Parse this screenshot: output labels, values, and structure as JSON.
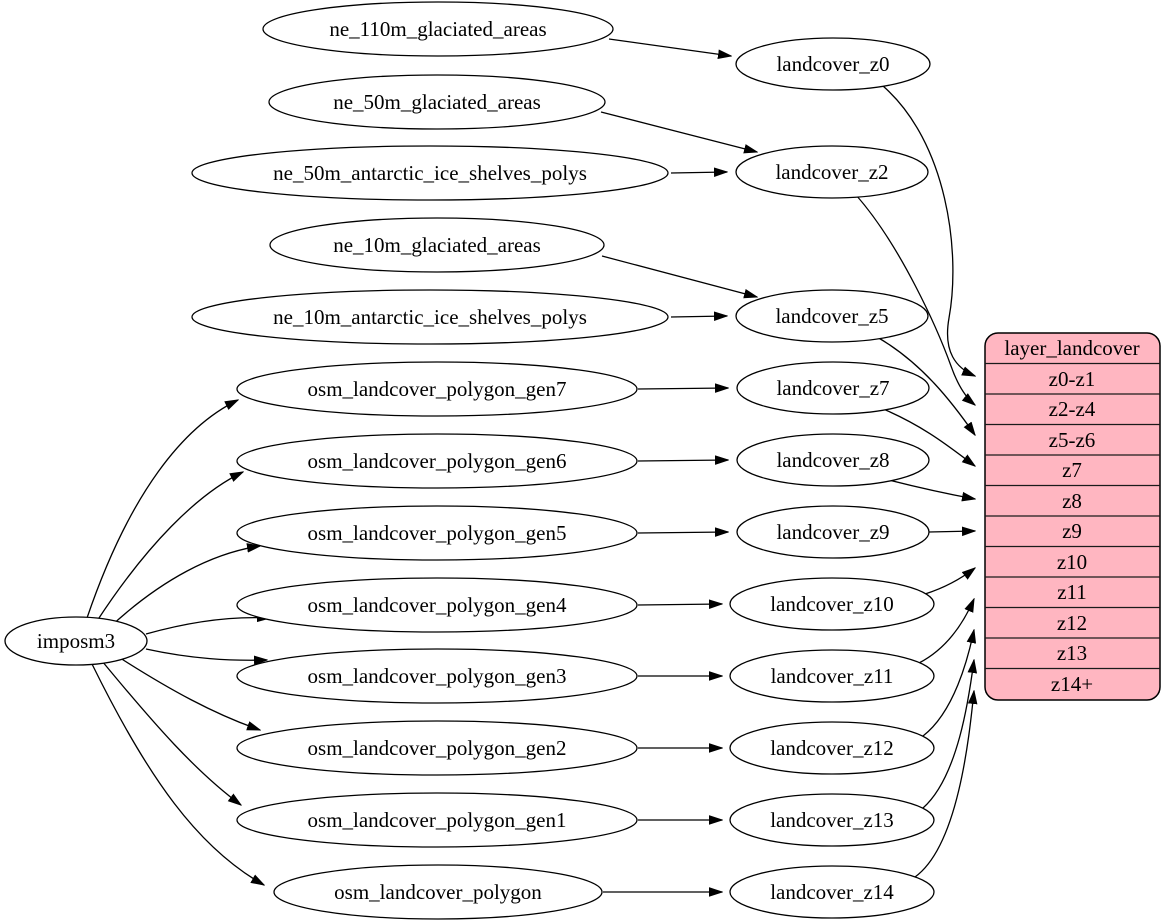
{
  "diagram": {
    "kind": "etl-dependency-graph",
    "background": "#ffffff",
    "nodes": {
      "imposm3": {
        "label": "imposm3"
      },
      "ne_110m_glaciated_areas": {
        "label": "ne_110m_glaciated_areas"
      },
      "ne_50m_glaciated_areas": {
        "label": "ne_50m_glaciated_areas"
      },
      "ne_50m_antarctic_ice_shelves_polys": {
        "label": "ne_50m_antarctic_ice_shelves_polys"
      },
      "ne_10m_glaciated_areas": {
        "label": "ne_10m_glaciated_areas"
      },
      "ne_10m_antarctic_ice_shelves_polys": {
        "label": "ne_10m_antarctic_ice_shelves_polys"
      },
      "osm_landcover_polygon_gen7": {
        "label": "osm_landcover_polygon_gen7"
      },
      "osm_landcover_polygon_gen6": {
        "label": "osm_landcover_polygon_gen6"
      },
      "osm_landcover_polygon_gen5": {
        "label": "osm_landcover_polygon_gen5"
      },
      "osm_landcover_polygon_gen4": {
        "label": "osm_landcover_polygon_gen4"
      },
      "osm_landcover_polygon_gen3": {
        "label": "osm_landcover_polygon_gen3"
      },
      "osm_landcover_polygon_gen2": {
        "label": "osm_landcover_polygon_gen2"
      },
      "osm_landcover_polygon_gen1": {
        "label": "osm_landcover_polygon_gen1"
      },
      "osm_landcover_polygon": {
        "label": "osm_landcover_polygon"
      },
      "landcover_z0": {
        "label": "landcover_z0"
      },
      "landcover_z2": {
        "label": "landcover_z2"
      },
      "landcover_z5": {
        "label": "landcover_z5"
      },
      "landcover_z7": {
        "label": "landcover_z7"
      },
      "landcover_z8": {
        "label": "landcover_z8"
      },
      "landcover_z9": {
        "label": "landcover_z9"
      },
      "landcover_z10": {
        "label": "landcover_z10"
      },
      "landcover_z11": {
        "label": "landcover_z11"
      },
      "landcover_z12": {
        "label": "landcover_z12"
      },
      "landcover_z13": {
        "label": "landcover_z13"
      },
      "landcover_z14": {
        "label": "landcover_z14"
      }
    },
    "table": {
      "title": "layer_landcover",
      "fill": "#ffb6c1",
      "rows": [
        "z0-z1",
        "z2-z4",
        "z5-z6",
        "z7",
        "z8",
        "z9",
        "z10",
        "z11",
        "z12",
        "z13",
        "z14+"
      ]
    },
    "edges": [
      {
        "from": "ne_110m_glaciated_areas",
        "to": "landcover_z0"
      },
      {
        "from": "ne_50m_glaciated_areas",
        "to": "landcover_z2"
      },
      {
        "from": "ne_50m_antarctic_ice_shelves_polys",
        "to": "landcover_z2"
      },
      {
        "from": "ne_10m_glaciated_areas",
        "to": "landcover_z5"
      },
      {
        "from": "ne_10m_antarctic_ice_shelves_polys",
        "to": "landcover_z5"
      },
      {
        "from": "imposm3",
        "to": "osm_landcover_polygon_gen7"
      },
      {
        "from": "imposm3",
        "to": "osm_landcover_polygon_gen6"
      },
      {
        "from": "imposm3",
        "to": "osm_landcover_polygon_gen5"
      },
      {
        "from": "imposm3",
        "to": "osm_landcover_polygon_gen4"
      },
      {
        "from": "imposm3",
        "to": "osm_landcover_polygon_gen3"
      },
      {
        "from": "imposm3",
        "to": "osm_landcover_polygon_gen2"
      },
      {
        "from": "imposm3",
        "to": "osm_landcover_polygon_gen1"
      },
      {
        "from": "imposm3",
        "to": "osm_landcover_polygon"
      },
      {
        "from": "osm_landcover_polygon_gen7",
        "to": "landcover_z7"
      },
      {
        "from": "osm_landcover_polygon_gen6",
        "to": "landcover_z8"
      },
      {
        "from": "osm_landcover_polygon_gen5",
        "to": "landcover_z9"
      },
      {
        "from": "osm_landcover_polygon_gen4",
        "to": "landcover_z10"
      },
      {
        "from": "osm_landcover_polygon_gen3",
        "to": "landcover_z11"
      },
      {
        "from": "osm_landcover_polygon_gen2",
        "to": "landcover_z12"
      },
      {
        "from": "osm_landcover_polygon_gen1",
        "to": "landcover_z13"
      },
      {
        "from": "osm_landcover_polygon",
        "to": "landcover_z14"
      },
      {
        "from": "landcover_z0",
        "to": "layer_landcover.z0-z1"
      },
      {
        "from": "landcover_z2",
        "to": "layer_landcover.z2-z4"
      },
      {
        "from": "landcover_z5",
        "to": "layer_landcover.z5-z6"
      },
      {
        "from": "landcover_z7",
        "to": "layer_landcover.z7"
      },
      {
        "from": "landcover_z8",
        "to": "layer_landcover.z8"
      },
      {
        "from": "landcover_z9",
        "to": "layer_landcover.z9"
      },
      {
        "from": "landcover_z10",
        "to": "layer_landcover.z10"
      },
      {
        "from": "landcover_z11",
        "to": "layer_landcover.z11"
      },
      {
        "from": "landcover_z12",
        "to": "layer_landcover.z12"
      },
      {
        "from": "landcover_z13",
        "to": "layer_landcover.z13"
      },
      {
        "from": "landcover_z14",
        "to": "layer_landcover.z14+"
      }
    ]
  }
}
